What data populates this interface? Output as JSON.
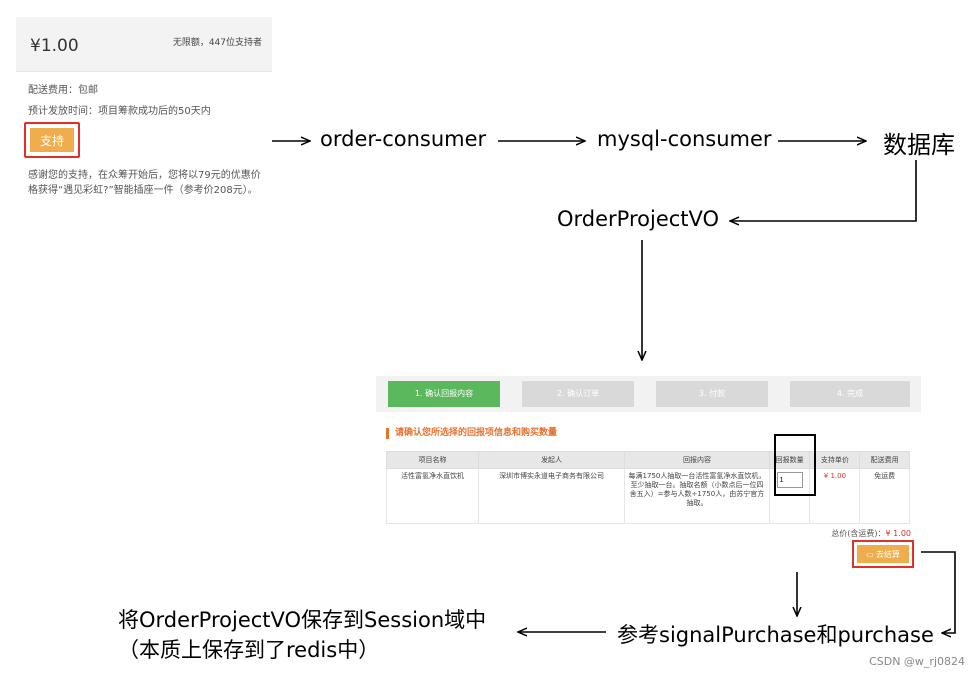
{
  "reward_card": {
    "price": "¥1.00",
    "limit": "无限额，447位支持者",
    "shipping": "配送费用：包邮",
    "eta": "预计发放时间：项目筹款成功后的50天内",
    "support_button": "支持",
    "thanks": "感谢您的支持，在众筹开始后，您将以79元的优惠价格获得“遇见彩虹?”智能插座一件（参考价208元）。"
  },
  "flow": {
    "order_consumer": "order-consumer",
    "mysql_consumer": "mysql-consumer",
    "database": "数据库",
    "vo": "OrderProjectVO",
    "reference": "参考signalPurchase和purchase",
    "save_line1": "将OrderProjectVO保存到Session域中",
    "save_line2": "（本质上保存到了redis中）"
  },
  "order_page": {
    "steps": [
      "1. 确认回报内容",
      "2. 确认订单",
      "3. 付款",
      "4. 完成"
    ],
    "section_title": "请确认您所选择的回报项信息和购买数量",
    "columns": [
      "项目名称",
      "发起人",
      "回报内容",
      "回报数量",
      "支持单价",
      "配送费用"
    ],
    "row": {
      "project": "活性富氢净水直饮机",
      "initiator": "深圳市博实永道电子商务有限公司",
      "content": "每满1750人抽取一台活性富氢净水直饮机，至少抽取一台。抽取名额（小数点后一位四舍五入）=参与人数÷1750人，由苏宁官方抽取。",
      "quantity": "1",
      "unit_price": "¥ 1.00",
      "shipping": "免运费"
    },
    "total_label": "总价(含运费)：",
    "total_value": "¥ 1.00",
    "checkout_button": "去结算"
  },
  "watermark": "CSDN @w_rj0824"
}
